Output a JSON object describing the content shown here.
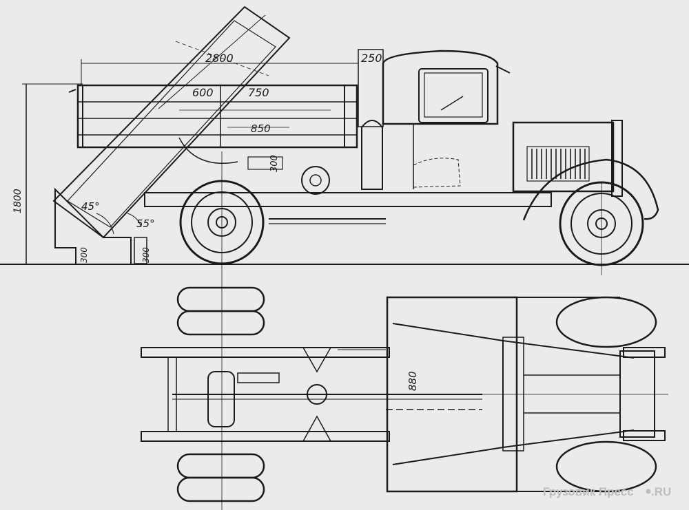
{
  "dimensions": {
    "bed_length": "2800",
    "front_overhang": "250",
    "tipping_clearance": "600",
    "bed_offset": "750",
    "bed_width_detail": "850",
    "bed_height": "300",
    "overall_height": "1800",
    "tip_angle": "45°",
    "departure_angle": "55°",
    "rear_clearance_left": "300",
    "rear_clearance_right": "300",
    "frame_width": "880"
  },
  "watermark": {
    "text": "Грузовик Пресс",
    "suffix": ".RU"
  },
  "colors": {
    "ink": "#1a1a1a",
    "paper": "#ebebeb"
  }
}
